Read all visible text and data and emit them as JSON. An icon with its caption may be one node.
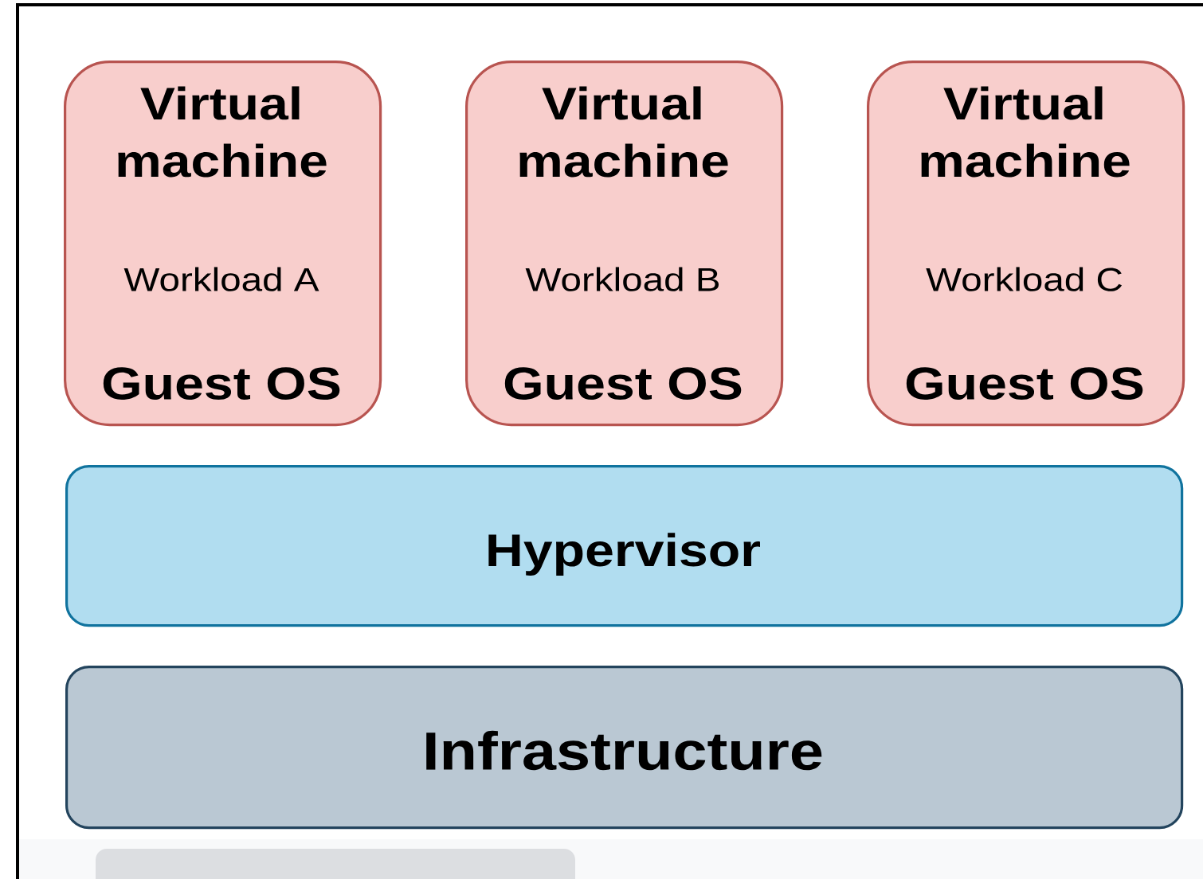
{
  "diagram": {
    "nodes": [
      {
        "text": [
          "Virtual machine",
          "Workload A",
          "Guest OS"
        ]
      },
      {
        "text": [
          "Virtual machine",
          "Workload B",
          "Guest OS"
        ]
      },
      {
        "text": [
          "Virtual machine",
          "Workload C",
          "Guest OS"
        ]
      },
      {
        "text": [
          "Hypervisor"
        ]
      },
      {
        "text": [
          "Infrastructure"
        ]
      }
    ]
  }
}
